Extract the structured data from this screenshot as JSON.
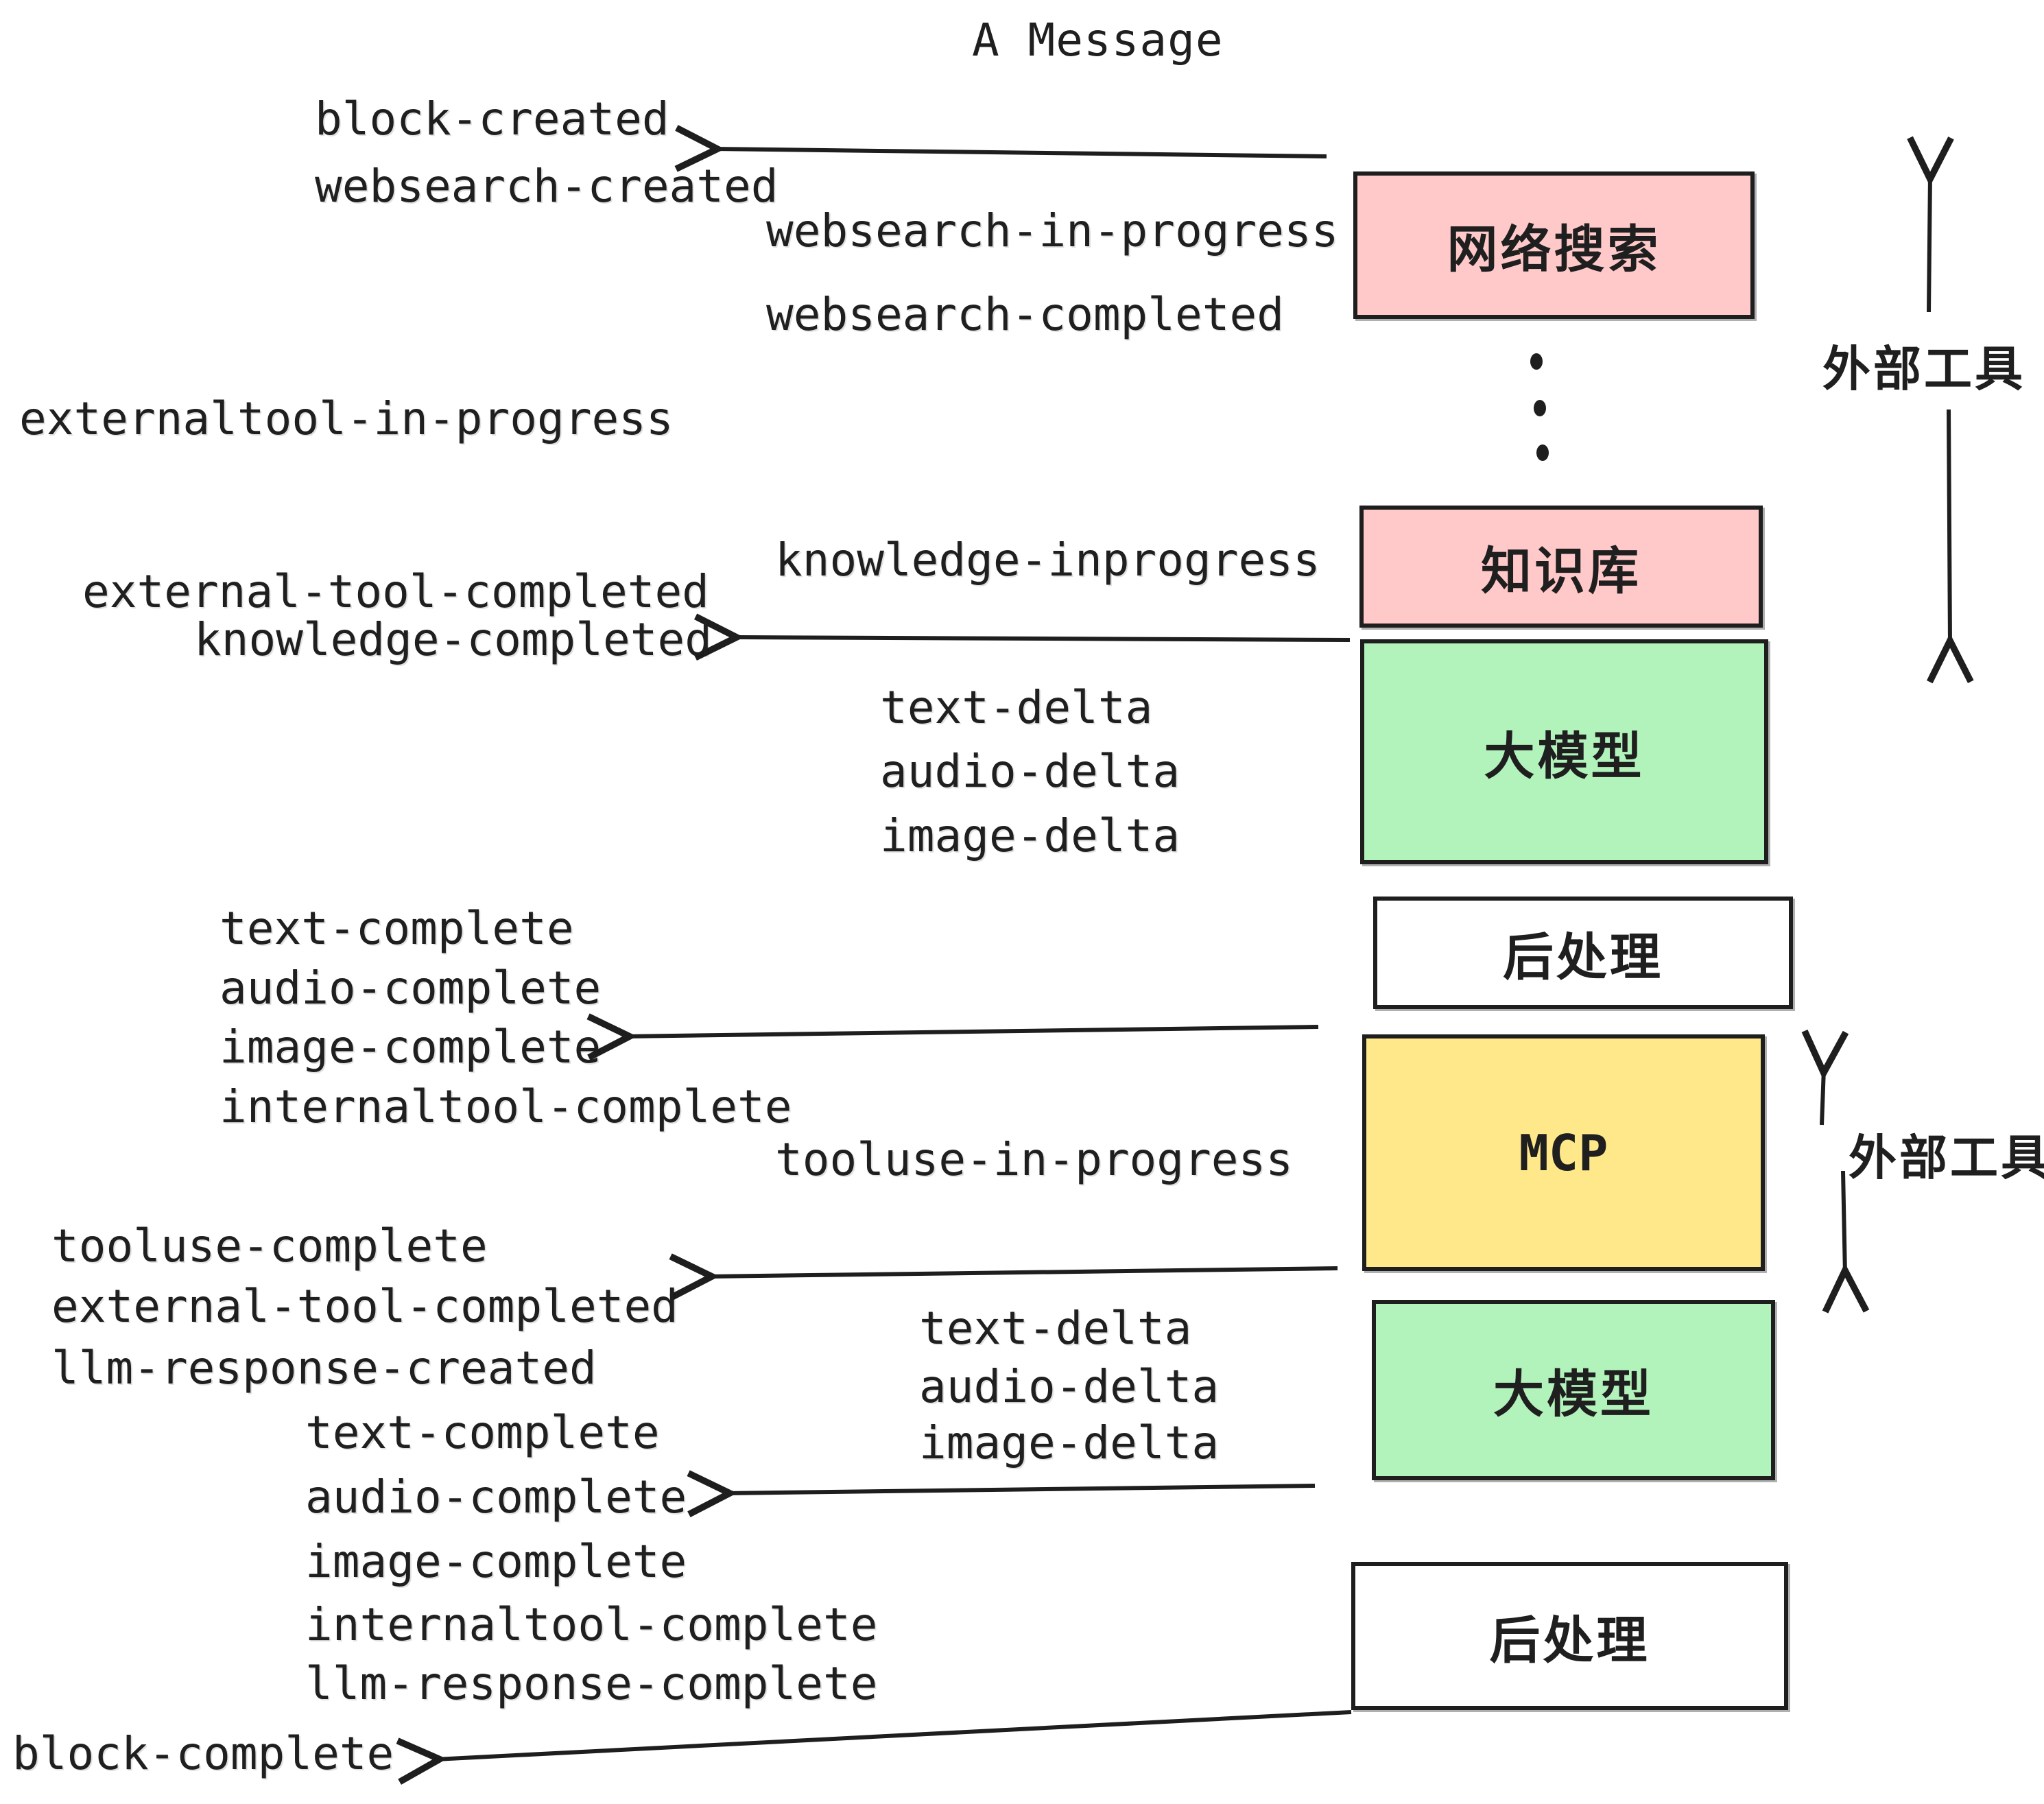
{
  "title": "A Message",
  "colors": {
    "pink": "#ffc9c9",
    "green": "#b2f2bb",
    "yellow": "#ffe88a",
    "white": "#ffffff",
    "ink": "#1e1e1e"
  },
  "boxes": {
    "websearch": {
      "label": "网络搜索"
    },
    "knowledge": {
      "label": "知识库"
    },
    "llm_top": {
      "label": "大模型"
    },
    "postprocess_top": {
      "label": "后处理"
    },
    "mcp": {
      "label": "MCP"
    },
    "llm_bottom": {
      "label": "大模型"
    },
    "postprocess_bottom": {
      "label": "后处理"
    }
  },
  "side_labels": {
    "external_tools_top": "外部工具",
    "external_tools_bottom": "外部工具"
  },
  "events": {
    "block_created": "block-created",
    "websearch_created": "websearch-created",
    "websearch_in_progress": "websearch-in-progress",
    "websearch_completed": "websearch-completed",
    "externaltool_in_progress": "externaltool-in-progress",
    "external_tool_completed": "external-tool-completed",
    "knowledge_completed": "knowledge-completed",
    "knowledge_inprogress": "knowledge-inprogress",
    "text_delta": "text-delta",
    "audio_delta": "audio-delta",
    "image_delta": "image-delta",
    "text_complete": "text-complete",
    "audio_complete": "audio-complete",
    "image_complete": "image-complete",
    "internaltool_complete": "internaltool-complete",
    "tooluse_in_progress": "tooluse-in-progress",
    "tooluse_complete": "tooluse-complete",
    "external_tool_completed_2": "external-tool-completed",
    "llm_response_created": "llm-response-created",
    "text_complete_2": "text-complete",
    "audio_complete_2": "audio-complete",
    "image_complete_2": "image-complete",
    "internaltool_complete_2": "internaltool-complete",
    "llm_response_complete": "llm-response-complete",
    "block_complete": "block-complete"
  }
}
